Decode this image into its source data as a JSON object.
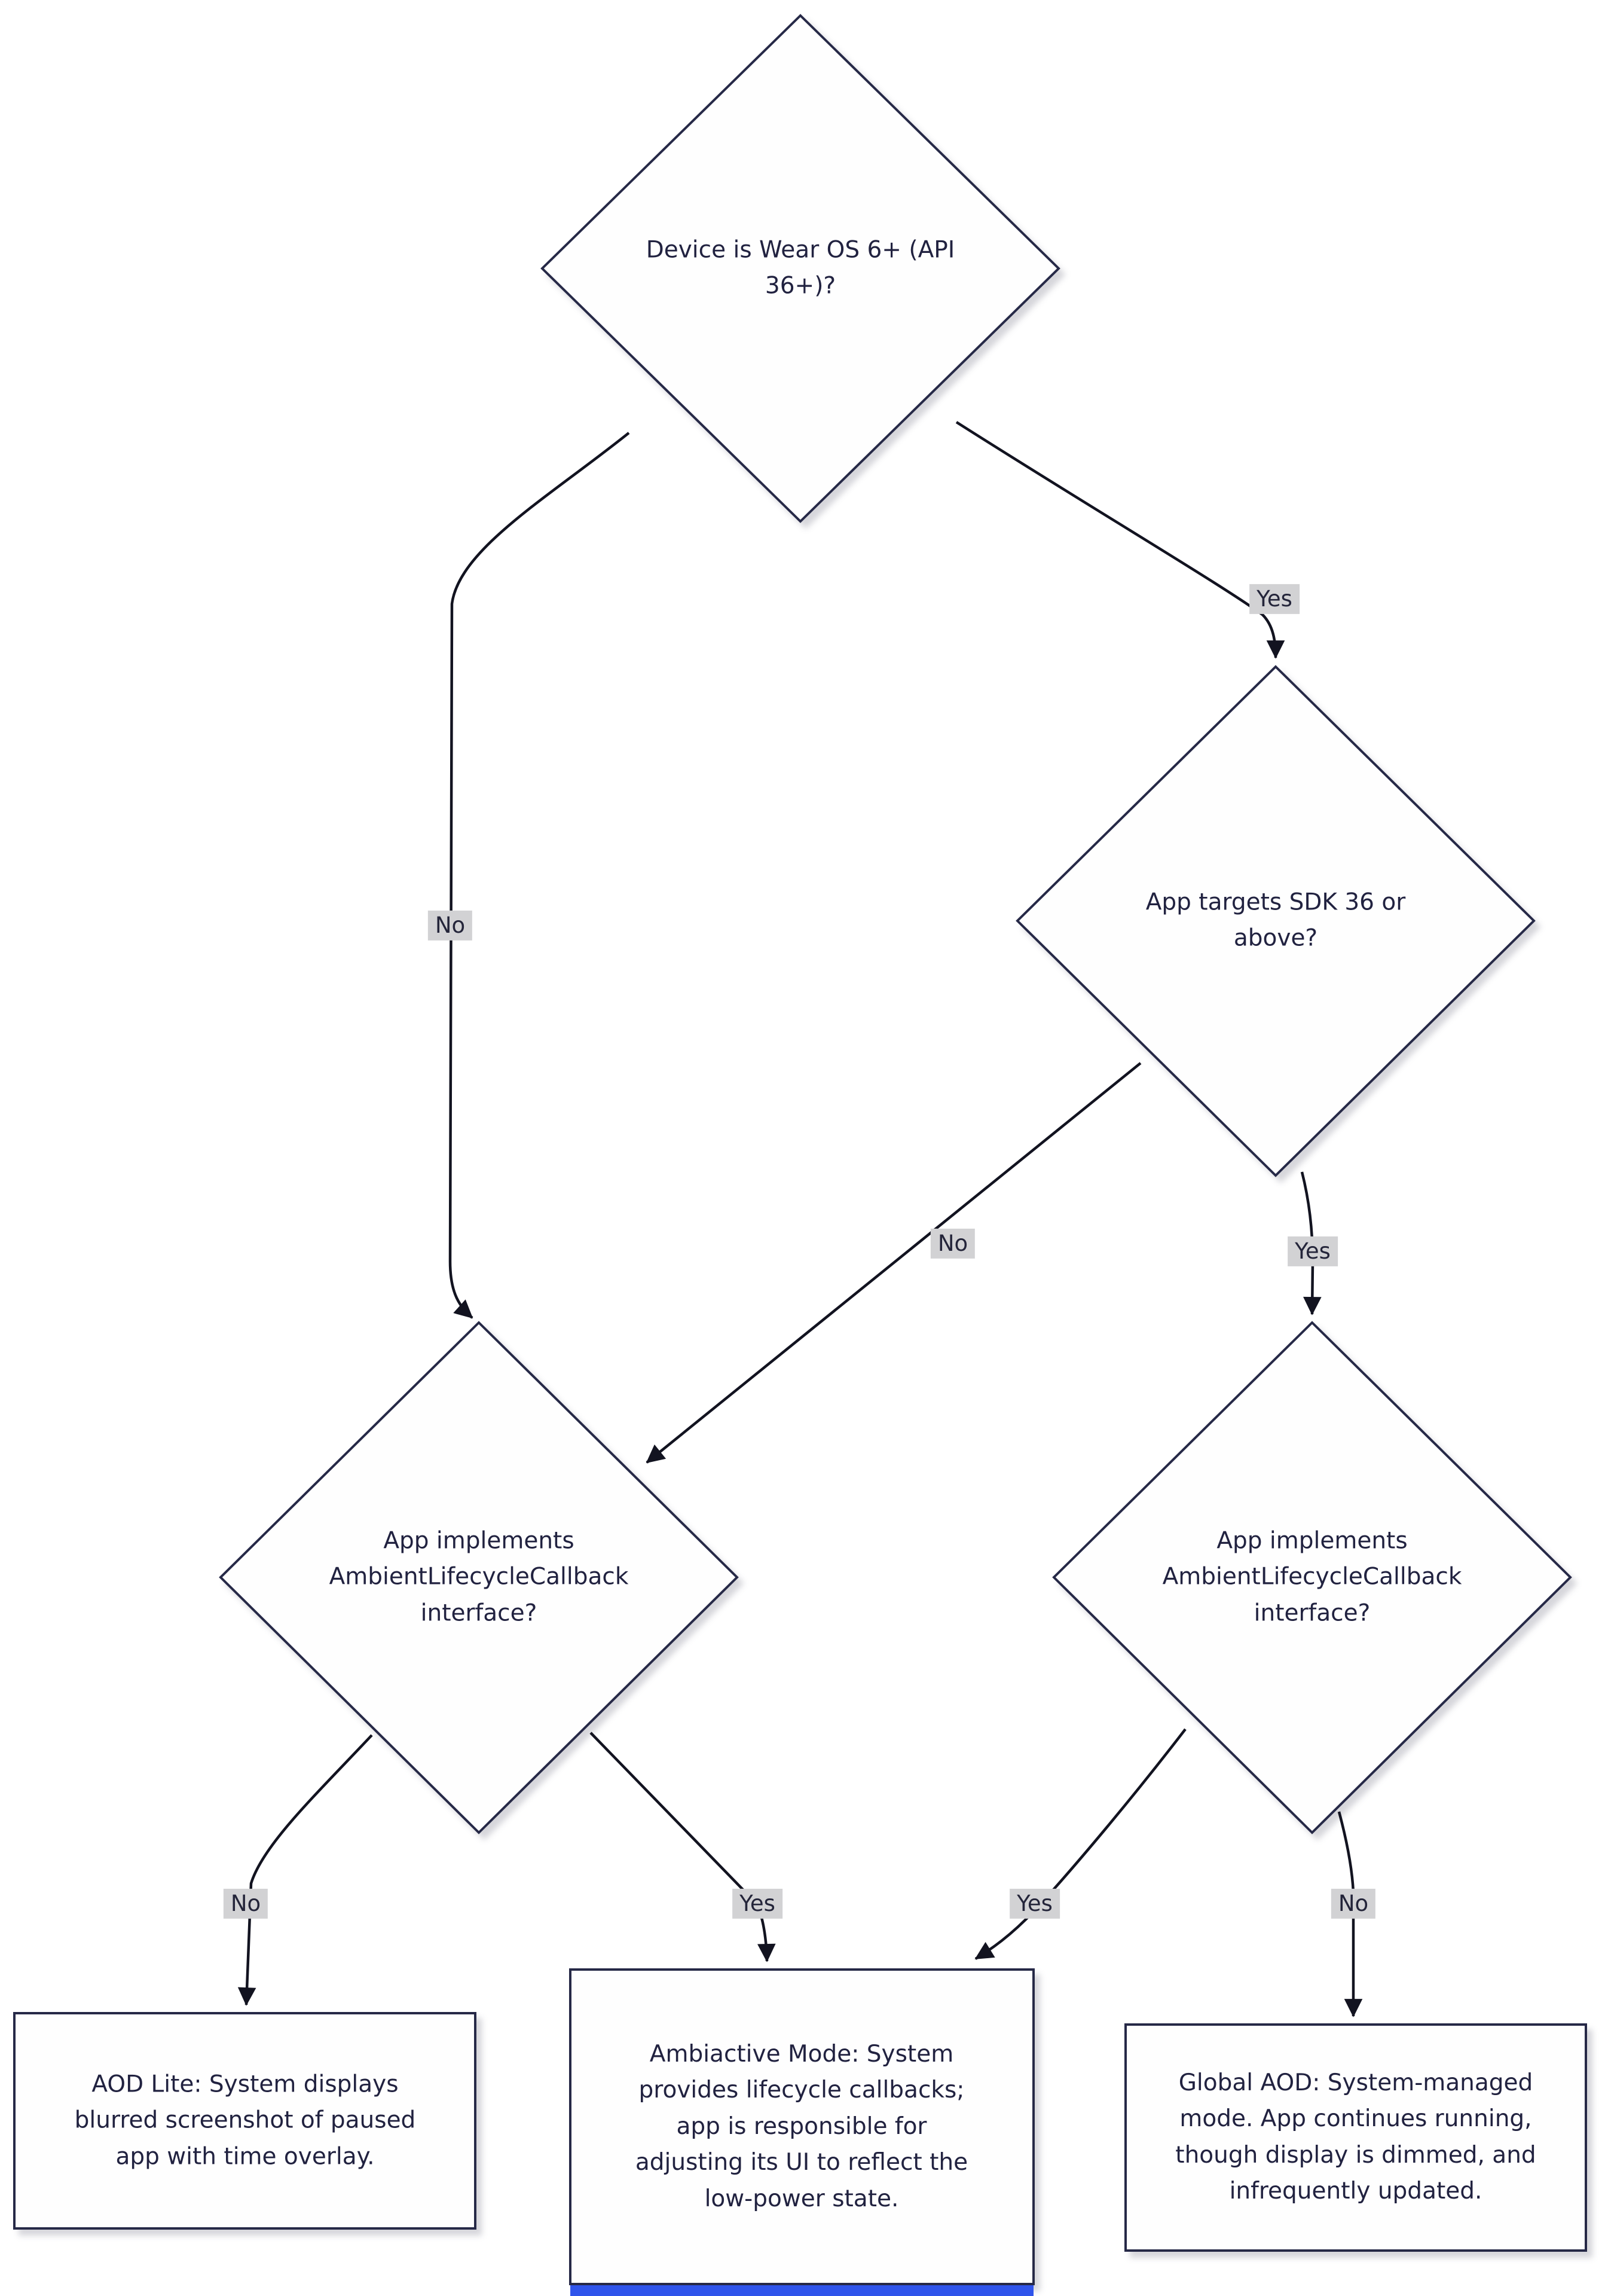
{
  "diagram_type": "flowchart",
  "topic": "Wear OS ambient / always-on display mode decision flow",
  "nodes": [
    {
      "id": "device_check",
      "type": "decision",
      "label": "Device is Wear OS 6+ (API 36+)?"
    },
    {
      "id": "sdk_check",
      "type": "decision",
      "label": "App targets SDK 36 or above?"
    },
    {
      "id": "ambient_check_left",
      "type": "decision",
      "label": "App implements AmbientLifecycleCallback interface?"
    },
    {
      "id": "ambient_check_right",
      "type": "decision",
      "label": "App implements AmbientLifecycleCallback interface?"
    },
    {
      "id": "aod_lite",
      "type": "result",
      "label": "AOD Lite: System displays blurred screenshot of paused app with time overlay."
    },
    {
      "id": "ambiactive",
      "type": "result",
      "label": "Ambiactive Mode: System provides lifecycle callbacks; app is responsible for adjusting its UI to reflect the low-power state."
    },
    {
      "id": "global_aod",
      "type": "result",
      "label": "Global AOD: System-managed mode. App continues running, though display is dimmed, and infrequently updated."
    }
  ],
  "edges": [
    {
      "from": "device_check",
      "to": "sdk_check",
      "label": "Yes"
    },
    {
      "from": "device_check",
      "to": "ambient_check_left",
      "label": "No"
    },
    {
      "from": "sdk_check",
      "to": "ambient_check_left",
      "label": "No"
    },
    {
      "from": "sdk_check",
      "to": "ambient_check_right",
      "label": "Yes"
    },
    {
      "from": "ambient_check_left",
      "to": "aod_lite",
      "label": "No"
    },
    {
      "from": "ambient_check_left",
      "to": "ambiactive",
      "label": "Yes"
    },
    {
      "from": "ambient_check_right",
      "to": "ambiactive",
      "label": "Yes"
    },
    {
      "from": "ambient_check_right",
      "to": "global_aod",
      "label": "No"
    }
  ],
  "colors": {
    "node_border": "#262947",
    "node_fill": "#fefefe",
    "edge_stroke": "#121320",
    "edge_label_bg": "#d2d2d4",
    "text": "#212240",
    "accent_bar": "#2f54eb"
  }
}
